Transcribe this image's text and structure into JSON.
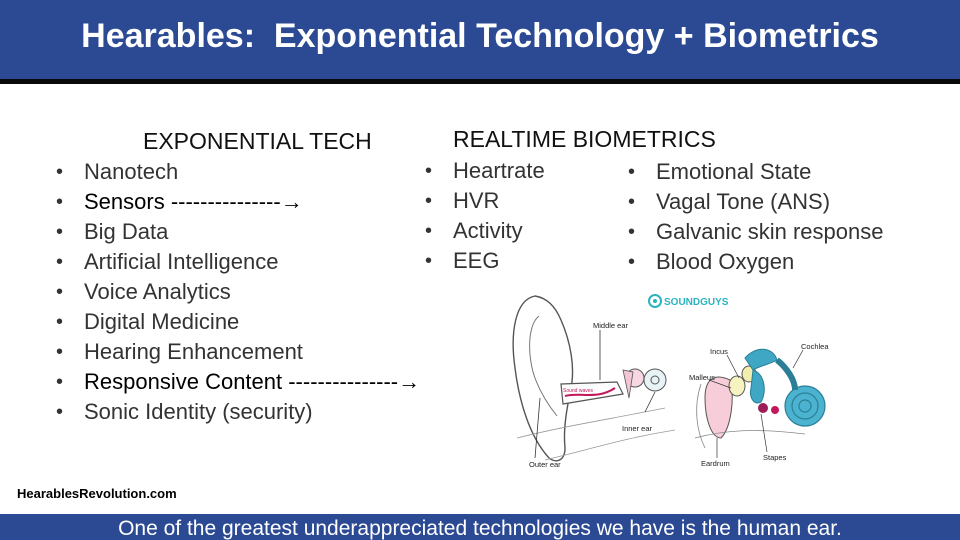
{
  "header": {
    "title": "Hearables:  Exponential Technology + Biometrics"
  },
  "exponential": {
    "heading": "EXPONENTIAL TECH",
    "items": [
      "Nanotech",
      "Sensors ---------------→",
      "Big Data",
      "Artificial Intelligence",
      "Voice Analytics",
      "Digital Medicine",
      "Hearing Enhancement",
      "Responsive Content ---------------→",
      "Sonic Identity (security)"
    ]
  },
  "biometrics": {
    "heading": "REALTIME BIOMETRICS",
    "left_items": [
      "Heartrate",
      "HVR",
      "Activity",
      "EEG"
    ],
    "right_items": [
      "Emotional State",
      "Vagal Tone (ANS)",
      "Galvanic skin response",
      "Blood Oxygen"
    ]
  },
  "diagram": {
    "brand": "SOUNDGUYS",
    "labels": {
      "middle_ear": "Middle ear",
      "inner_ear": "Inner ear",
      "outer_ear": "Outer ear",
      "sound_waves": "Sound waves",
      "incus": "Incus",
      "malleus": "Malleus",
      "cochlea": "Cochlea",
      "eardrum": "Eardrum",
      "stapes": "Stapes"
    }
  },
  "footer": {
    "site": "HearablesRevolution.com",
    "quote": "One of the greatest underappreciated technologies we have is the human ear."
  }
}
